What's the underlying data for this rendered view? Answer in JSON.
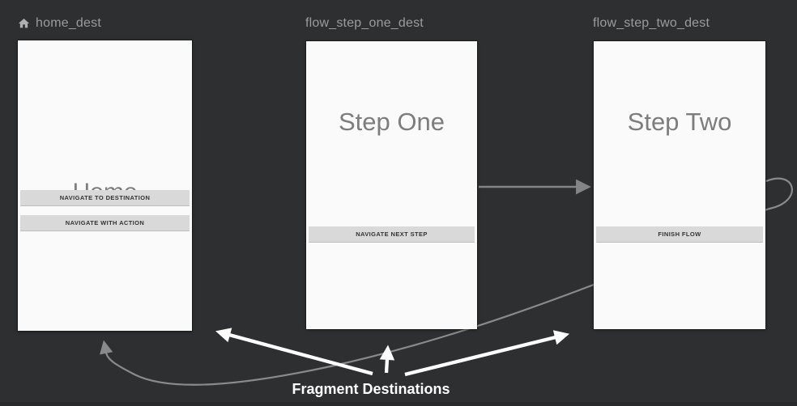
{
  "canvas": {
    "background": "#2d2f31"
  },
  "destinations": [
    {
      "name": "home_dest",
      "title": "Home",
      "start_destination": true,
      "buttons": [
        "NAVIGATE TO DESTINATION",
        "NAVIGATE WITH ACTION"
      ]
    },
    {
      "name": "flow_step_one_dest",
      "title": "Step One",
      "start_destination": false,
      "buttons": [
        "NAVIGATE NEXT STEP"
      ]
    },
    {
      "name": "flow_step_two_dest",
      "title": "Step Two",
      "start_destination": false,
      "buttons": [
        "FINISH FLOW"
      ]
    }
  ],
  "actions": [
    {
      "name": "step_one_to_step_two",
      "from": "flow_step_one_dest",
      "to": "flow_step_two_dest"
    },
    {
      "name": "finish_flow_return_to_home",
      "from": "flow_step_two_dest",
      "to": "home_dest"
    }
  ],
  "annotation": {
    "label": "Fragment Destinations"
  },
  "icons": {
    "start_destination": "home-icon"
  },
  "colors": {
    "canvas_bg": "#2d2f31",
    "bottom_strip": "#28292b",
    "card_bg": "#fafafa",
    "dest_label_text": "#9c9c9c",
    "fragment_title_text": "#7d7d7d",
    "button_bg": "#d9d9d9",
    "button_text": "#333333",
    "connector_gray": "#848484",
    "annotation_white": "#ffffff"
  }
}
